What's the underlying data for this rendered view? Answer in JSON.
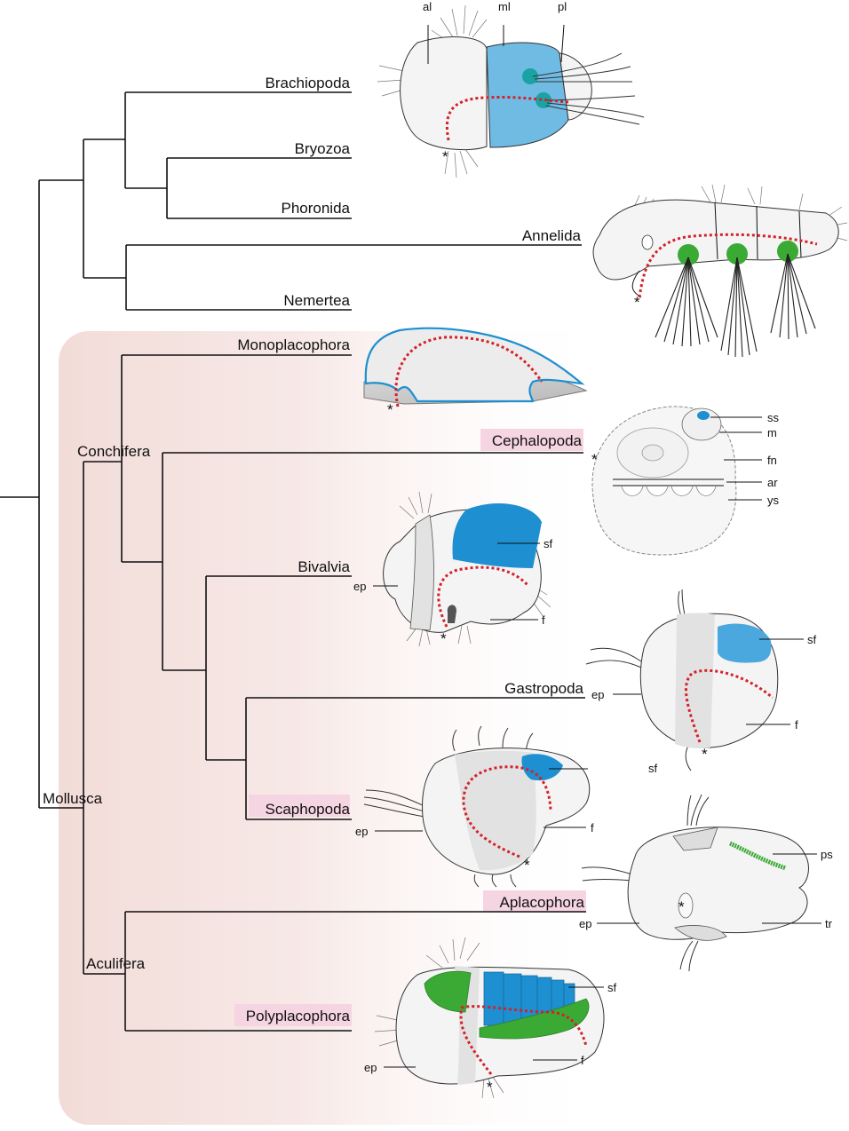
{
  "colors": {
    "mollusca_shade": "#f2dcd8",
    "highlight": "#f6d5e2",
    "blue": "#1e8fd0",
    "light_blue": "#6fbbe3",
    "green": "#3aaa35",
    "teal": "#1aa3a3",
    "red_dots": "#d4212a"
  },
  "taxa": {
    "brachiopoda": "Brachiopoda",
    "bryozoa": "Bryozoa",
    "phoronida": "Phoronida",
    "annelida": "Annelida",
    "nemertea": "Nemertea",
    "monoplacophora": "Monoplacophora",
    "cephalopoda": "Cephalopoda",
    "bivalvia": "Bivalvia",
    "gastropoda": "Gastropoda",
    "scaphopoda": "Scaphopoda",
    "aplacophora": "Aplacophora",
    "polyplacophora": "Polyplacophora"
  },
  "clades": {
    "conchifera": "Conchifera",
    "mollusca": "Mollusca",
    "aculifera": "Aculifera"
  },
  "labels": {
    "al": "al",
    "ml": "ml",
    "pl": "pl",
    "ss": "ss",
    "m": "m",
    "fn": "fn",
    "ar": "ar",
    "ys": "ys",
    "sf": "sf",
    "ep": "ep",
    "f": "f",
    "ps": "ps",
    "tr": "tr",
    "asterisk": "*"
  }
}
